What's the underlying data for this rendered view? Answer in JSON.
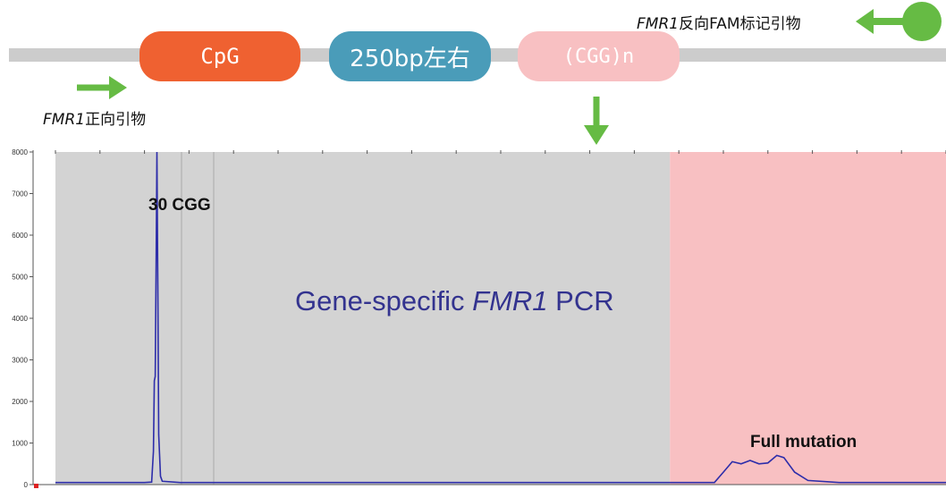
{
  "diagram": {
    "segments": [
      {
        "id": "cpg",
        "label": "CpG",
        "color": "#ef6131"
      },
      {
        "id": "bp",
        "label": "250bp左右",
        "color": "#4a9cb9"
      },
      {
        "id": "cgg",
        "label": "(CGG)n",
        "color": "#f8c0c2"
      }
    ],
    "forward_primer": {
      "gene": "FMR1",
      "label": "正向引物"
    },
    "reverse_primer": {
      "gene": "FMR1",
      "label": "反向FAM标记引物"
    },
    "arrow_color": "#66bb44",
    "track_color": "#cccccc"
  },
  "chart_data": {
    "type": "line",
    "title": "Gene-specific FMR1 PCR",
    "title_prefix": "Gene-specific ",
    "title_italic": "FMR1",
    "title_suffix": " PCR",
    "y_ticks": [
      "0",
      "1000",
      "2000",
      "3000",
      "4000",
      "5000",
      "6000",
      "7000",
      "8000"
    ],
    "ylim": [
      0,
      8000
    ],
    "x_units": "bp",
    "xlim": [
      0,
      1000
    ],
    "series": [
      {
        "color": "#2d2daa",
        "points": [
          [
            0,
            50
          ],
          [
            100,
            50
          ],
          [
            108,
            60
          ],
          [
            110,
            800
          ],
          [
            111,
            2500
          ],
          [
            112,
            2600
          ],
          [
            113,
            5000
          ],
          [
            114,
            8000
          ],
          [
            115,
            4800
          ],
          [
            116,
            1200
          ],
          [
            118,
            200
          ],
          [
            120,
            80
          ],
          [
            140,
            50
          ],
          [
            700,
            50
          ],
          [
            740,
            50
          ],
          [
            750,
            300
          ],
          [
            760,
            550
          ],
          [
            770,
            500
          ],
          [
            780,
            580
          ],
          [
            790,
            500
          ],
          [
            800,
            520
          ],
          [
            810,
            700
          ],
          [
            818,
            650
          ],
          [
            830,
            300
          ],
          [
            845,
            100
          ],
          [
            880,
            50
          ],
          [
            1000,
            50
          ]
        ]
      }
    ],
    "annotations": [
      {
        "text": "30 CGG"
      },
      {
        "text": "Full mutation"
      }
    ],
    "shaded_regions": [
      {
        "from": 0,
        "to": 690,
        "color": "#d3d3d3"
      },
      {
        "from": 690,
        "to": 1000,
        "color": "#f8c0c2"
      }
    ],
    "grid": false
  }
}
